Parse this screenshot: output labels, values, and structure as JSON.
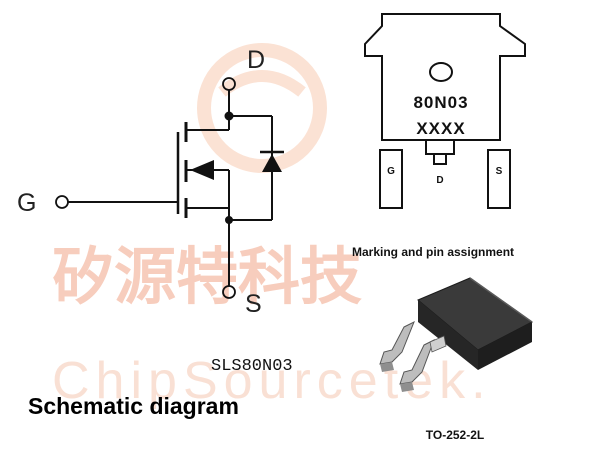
{
  "watermark": {
    "logo": "logo-circle-mark",
    "cn_text": "矽源特科技",
    "en_text": "ChipSourcetek."
  },
  "schematic": {
    "pin_d": "D",
    "pin_g": "G",
    "pin_s": "S",
    "title": "Schematic diagram",
    "part_number": "SLS80N03"
  },
  "package_top": {
    "marking_line1": "80N03",
    "marking_line2": "XXXX",
    "lead_g": "G",
    "lead_d": "D",
    "lead_s": "S",
    "caption": "Marking and pin assignment"
  },
  "package_3d": {
    "caption": "TO-252-2L"
  },
  "colors": {
    "ink": "#111111",
    "watermark_cn": "#f7cdbd",
    "watermark_en": "#f9e0d4",
    "package_dark": "#2b2b2b",
    "lead_metal": "#bdbdbd"
  }
}
